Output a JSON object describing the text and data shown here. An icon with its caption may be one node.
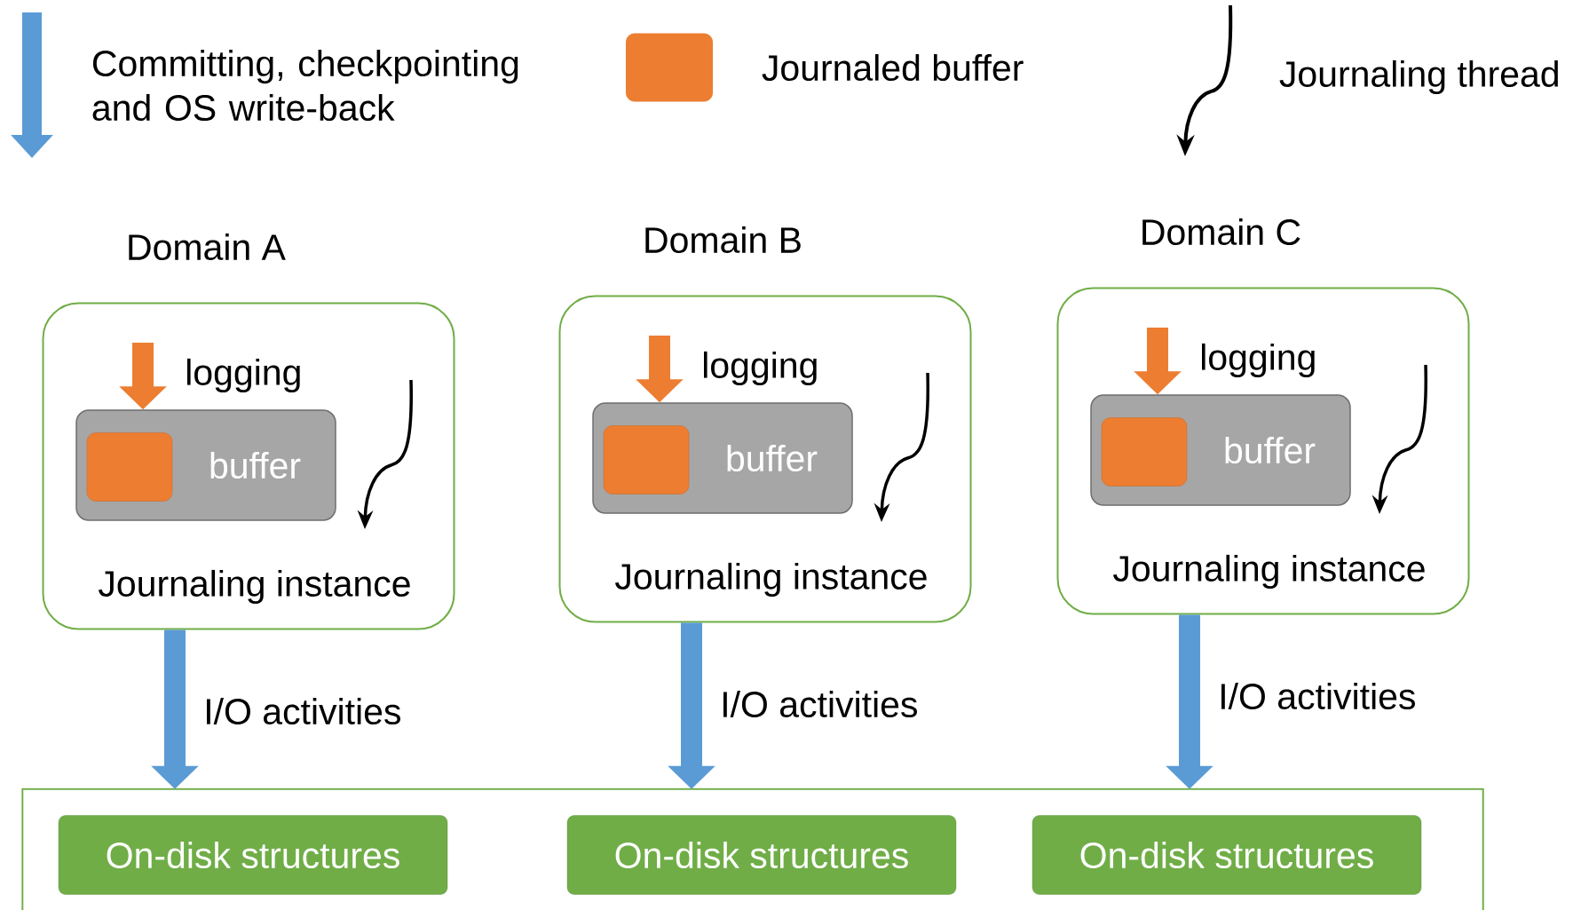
{
  "diagram": {
    "nodes": [
      {
        "text": [
          "Domain A",
          "Journaling instance"
        ]
      },
      {
        "text": [
          "buffer"
        ],
        "in": 0
      },
      {
        "text": [],
        "shape": "box",
        "in": 1
      },
      {
        "text": [
          "Domain B",
          "Journaling instance"
        ]
      },
      {
        "text": [
          "buffer"
        ],
        "in": 3
      },
      {
        "text": [],
        "shape": "box",
        "in": 4
      },
      {
        "text": [
          "Domain C",
          "Journaling instance"
        ]
      },
      {
        "text": [
          "buffer"
        ],
        "in": 6
      },
      {
        "text": [],
        "shape": "box",
        "in": 7
      },
      {
        "text": [],
        "shape": "box"
      },
      {
        "text": [
          "On-disk structures"
        ],
        "in": 9
      },
      {
        "text": [
          "On-disk structures"
        ],
        "in": 9
      },
      {
        "text": [
          "On-disk structures"
        ],
        "in": 9
      }
    ],
    "edges": [
      {
        "from": null,
        "to": 1,
        "arrow": "to",
        "label": "logging",
        "color": "#ed7d31"
      },
      {
        "from": null,
        "to": 4,
        "arrow": "to",
        "label": "logging",
        "color": "#ed7d31"
      },
      {
        "from": null,
        "to": 7,
        "arrow": "to",
        "label": "logging",
        "color": "#ed7d31"
      },
      {
        "from": 0,
        "to": 9,
        "arrow": "to",
        "label": "I/O activities",
        "color": "#5b9bd5"
      },
      {
        "from": 3,
        "to": 9,
        "arrow": "to",
        "label": "I/O activities",
        "color": "#5b9bd5"
      },
      {
        "from": 6,
        "to": 9,
        "arrow": "to",
        "label": "I/O activities",
        "color": "#5b9bd5"
      }
    ],
    "legend": [
      {
        "text": "Committing, checkpointing and OS write-back"
      },
      {
        "text": "Journaled buffer",
        "color": "#ed7d31"
      },
      {
        "text": "Journaling thread"
      }
    ]
  }
}
